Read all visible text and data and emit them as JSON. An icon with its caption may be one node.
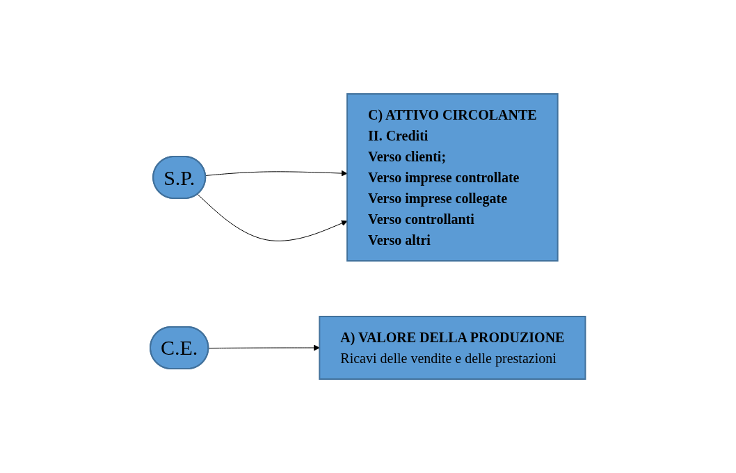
{
  "diagram": {
    "nodes": [
      {
        "text": [
          "S.P."
        ]
      },
      {
        "text": [
          "C) ATTIVO CIRCOLANTE",
          "II. Crediti",
          "Verso clienti;",
          "Verso imprese controllate",
          "Verso imprese collegate",
          "Verso controllanti",
          "Verso altri"
        ]
      },
      {
        "text": [
          "C.E."
        ]
      },
      {
        "text": [
          "A) VALORE DELLA PRODUZIONE",
          "Ricavi delle vendite e delle prestazioni"
        ]
      }
    ],
    "edges": [
      {
        "from": 0,
        "to": 1,
        "arrow": "to"
      },
      {
        "from": 0,
        "to": 1,
        "arrow": "to"
      },
      {
        "from": 2,
        "to": 3,
        "arrow": "to"
      }
    ]
  }
}
